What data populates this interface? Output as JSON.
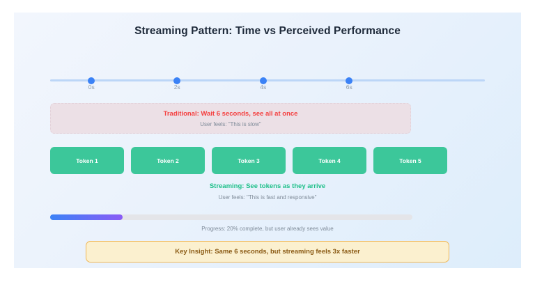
{
  "page": {
    "title": "Streaming Pattern: Time vs Perceived Performance",
    "card_bg_start": "#f2f6fd",
    "card_bg_end": "#ddedfb"
  },
  "timeline": {
    "line_color": "#bcd6f7",
    "dot_color": "#3b82f6",
    "ticks": [
      {
        "label": "0s",
        "pos_pct": 9.5
      },
      {
        "label": "2s",
        "pos_pct": 29.2
      },
      {
        "label": "4s",
        "pos_pct": 49.0
      },
      {
        "label": "6s",
        "pos_pct": 68.8
      }
    ]
  },
  "traditional": {
    "headline": "Traditional: Wait 6 seconds, see all at once",
    "subtext": "User feels: \"This is slow\"",
    "headline_color": "#f43f3f",
    "bg_color": "#ece0e6"
  },
  "tokens": {
    "color": "#3cc79a",
    "items": [
      {
        "label": "Token 1"
      },
      {
        "label": "Token 2"
      },
      {
        "label": "Token 3"
      },
      {
        "label": "Token 4"
      },
      {
        "label": "Token 5"
      }
    ]
  },
  "streaming": {
    "headline": "Streaming: See tokens as they arrive",
    "subtext": "User feels: \"This is fast and responsive\"",
    "headline_color": "#1fc08a"
  },
  "progress": {
    "percent": 20,
    "caption": "Progress: 20% complete, but user already sees value",
    "fill_start_color": "#3b82f6",
    "fill_end_color": "#8b5cf6",
    "track_color": "#e4e5e9"
  },
  "insight": {
    "text": "Key Insight: Same 6 seconds, but streaming feels 3x faster",
    "text_color": "#8a5a14",
    "bg_color": "#fbf0cf",
    "border_color": "#f0b755"
  }
}
